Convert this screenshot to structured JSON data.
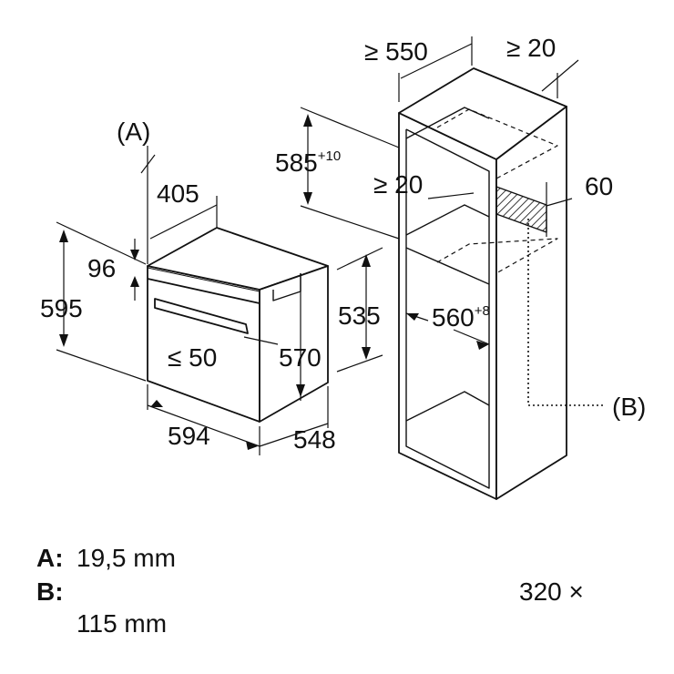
{
  "labels": {
    "callout_a": "(A)",
    "callout_b": "(B)",
    "oven_depth_top": "405",
    "panel_height": "96",
    "oven_height": "595",
    "oven_width": "594",
    "oven_depth": "548",
    "oven_body_depth": "570",
    "door_gap": "≤ 50",
    "niche_height_right": "535",
    "cabinet_depth": "≥ 550",
    "cabinet_back_gap": "≥ 20",
    "niche_height_main": "585",
    "niche_height_tol": "+10",
    "shelf_gap": "≥ 20",
    "vent_depth": "60",
    "niche_width": "560",
    "niche_width_tol": "+8"
  },
  "legend": {
    "a_key": "A:",
    "a_value": "19,5 mm",
    "b_key": "B:",
    "b_value_right": "320 ×",
    "b_value_line2": "115 mm"
  },
  "colors": {
    "line": "#111111",
    "hatch": "#111111",
    "background": "#ffffff"
  }
}
